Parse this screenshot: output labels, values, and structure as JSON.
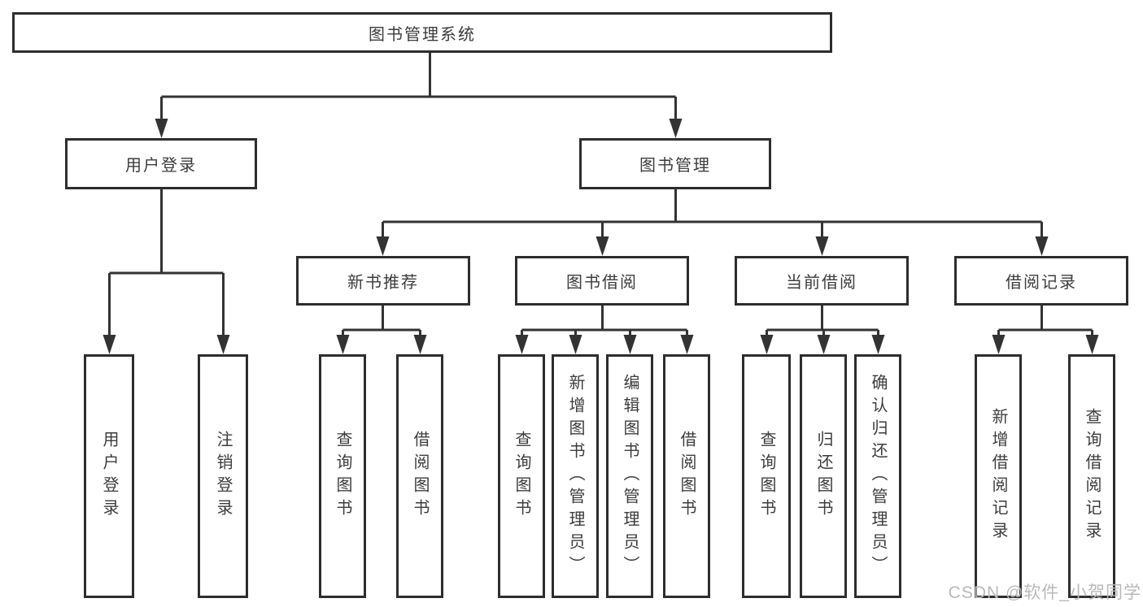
{
  "tree": {
    "label": "图书管理系统",
    "children": [
      {
        "label": "用户登录",
        "children": [
          {
            "label": "用户登录"
          },
          {
            "label": "注销登录"
          }
        ]
      },
      {
        "label": "图书管理",
        "children": [
          {
            "label": "新书推荐",
            "children": [
              {
                "label": "查询图书"
              },
              {
                "label": "借阅图书"
              }
            ]
          },
          {
            "label": "图书借阅",
            "children": [
              {
                "label": "查询图书"
              },
              {
                "label": "新增图书（管理员）"
              },
              {
                "label": "编辑图书（管理员）"
              },
              {
                "label": "借阅图书"
              }
            ]
          },
          {
            "label": "当前借阅",
            "children": [
              {
                "label": "查询图书"
              },
              {
                "label": "归还图书"
              },
              {
                "label": "确认归还（管理员）"
              }
            ]
          },
          {
            "label": "借阅记录",
            "children": [
              {
                "label": "新增借阅记录"
              },
              {
                "label": "查询借阅记录"
              }
            ]
          }
        ]
      }
    ]
  },
  "watermark": "CSDN @软件_小贺同学",
  "colors": {
    "box_border": "#2d2d2d",
    "connector": "#333333",
    "text": "#3c3c3c",
    "watermark": "#b9b9b9",
    "background": "#ffffff"
  }
}
